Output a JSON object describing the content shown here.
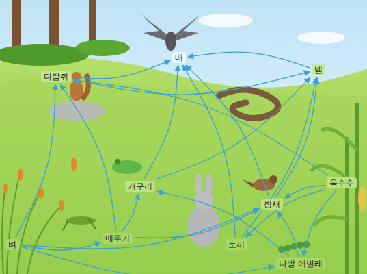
{
  "diagram": {
    "nodes": [
      {
        "text": [
          "매"
        ]
      },
      {
        "text": [
          "다람쥐"
        ]
      },
      {
        "text": [
          "뱀"
        ]
      },
      {
        "text": [
          "옥수수"
        ]
      },
      {
        "text": [
          "개구리"
        ]
      },
      {
        "text": [
          "참새"
        ]
      },
      {
        "text": [
          "메뚜기"
        ]
      },
      {
        "text": [
          "벼"
        ]
      },
      {
        "text": [
          "토끼"
        ]
      },
      {
        "text": [
          "나방 애벌레"
        ]
      }
    ],
    "edges": [
      {
        "from": 7,
        "to": 6,
        "arrow": "to"
      },
      {
        "from": 7,
        "to": 1,
        "arrow": "to"
      },
      {
        "from": 7,
        "to": 5,
        "arrow": "to"
      },
      {
        "from": 7,
        "to": 9,
        "arrow": "to"
      },
      {
        "from": 3,
        "to": 9,
        "arrow": "to"
      },
      {
        "from": 3,
        "to": 5,
        "arrow": "to"
      },
      {
        "from": 3,
        "to": 8,
        "arrow": "to"
      },
      {
        "from": 3,
        "to": 1,
        "arrow": "to"
      },
      {
        "from": 6,
        "to": 4,
        "arrow": "to"
      },
      {
        "from": 6,
        "to": 5,
        "arrow": "to"
      },
      {
        "from": 6,
        "to": 1,
        "arrow": "to"
      },
      {
        "from": 9,
        "to": 4,
        "arrow": "to"
      },
      {
        "from": 9,
        "to": 5,
        "arrow": "to"
      },
      {
        "from": 4,
        "to": 2,
        "arrow": "to"
      },
      {
        "from": 4,
        "to": 0,
        "arrow": "to"
      },
      {
        "from": 5,
        "to": 2,
        "arrow": "to"
      },
      {
        "from": 5,
        "to": 0,
        "arrow": "to"
      },
      {
        "from": 1,
        "to": 2,
        "arrow": "to"
      },
      {
        "from": 1,
        "to": 0,
        "arrow": "to"
      },
      {
        "from": 8,
        "to": 0,
        "arrow": "to"
      },
      {
        "from": 8,
        "to": 2,
        "arrow": "to"
      },
      {
        "from": 2,
        "to": 0,
        "arrow": "to"
      }
    ]
  }
}
